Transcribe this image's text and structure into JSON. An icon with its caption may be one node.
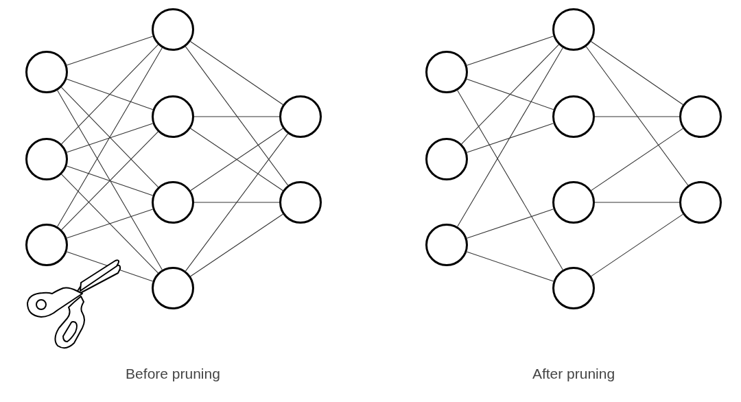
{
  "diagram": {
    "nodes": [
      {
        "text": [],
        "shape": "circle"
      },
      {
        "text": [],
        "shape": "circle"
      },
      {
        "text": [],
        "shape": "circle"
      },
      {
        "text": [],
        "shape": "circle"
      },
      {
        "text": [],
        "shape": "circle"
      },
      {
        "text": [],
        "shape": "circle"
      },
      {
        "text": [],
        "shape": "circle"
      },
      {
        "text": [],
        "shape": "circle"
      },
      {
        "text": [],
        "shape": "circle"
      },
      {
        "text": [],
        "shape": "circle"
      },
      {
        "text": [],
        "shape": "circle"
      },
      {
        "text": [],
        "shape": "circle"
      },
      {
        "text": [],
        "shape": "circle"
      },
      {
        "text": [],
        "shape": "circle"
      },
      {
        "text": [],
        "shape": "circle"
      },
      {
        "text": [],
        "shape": "circle"
      },
      {
        "text": [],
        "shape": "circle"
      },
      {
        "text": [],
        "shape": "circle"
      }
    ],
    "edges": [
      {
        "from": 0,
        "to": 3,
        "arrow": "none"
      },
      {
        "from": 0,
        "to": 4,
        "arrow": "none"
      },
      {
        "from": 0,
        "to": 5,
        "arrow": "none"
      },
      {
        "from": 0,
        "to": 6,
        "arrow": "none"
      },
      {
        "from": 1,
        "to": 3,
        "arrow": "none"
      },
      {
        "from": 1,
        "to": 4,
        "arrow": "none"
      },
      {
        "from": 1,
        "to": 5,
        "arrow": "none"
      },
      {
        "from": 1,
        "to": 6,
        "arrow": "none"
      },
      {
        "from": 2,
        "to": 3,
        "arrow": "none"
      },
      {
        "from": 2,
        "to": 4,
        "arrow": "none"
      },
      {
        "from": 2,
        "to": 5,
        "arrow": "none"
      },
      {
        "from": 2,
        "to": 6,
        "arrow": "none"
      },
      {
        "from": 3,
        "to": 7,
        "arrow": "none"
      },
      {
        "from": 3,
        "to": 8,
        "arrow": "none"
      },
      {
        "from": 4,
        "to": 7,
        "arrow": "none"
      },
      {
        "from": 4,
        "to": 8,
        "arrow": "none"
      },
      {
        "from": 5,
        "to": 7,
        "arrow": "none"
      },
      {
        "from": 5,
        "to": 8,
        "arrow": "none"
      },
      {
        "from": 6,
        "to": 7,
        "arrow": "none"
      },
      {
        "from": 6,
        "to": 8,
        "arrow": "none"
      },
      {
        "from": 9,
        "to": 12,
        "arrow": "none"
      },
      {
        "from": 9,
        "to": 13,
        "arrow": "none"
      },
      {
        "from": 9,
        "to": 15,
        "arrow": "none"
      },
      {
        "from": 10,
        "to": 12,
        "arrow": "none"
      },
      {
        "from": 10,
        "to": 13,
        "arrow": "none"
      },
      {
        "from": 11,
        "to": 12,
        "arrow": "none"
      },
      {
        "from": 11,
        "to": 14,
        "arrow": "none"
      },
      {
        "from": 11,
        "to": 15,
        "arrow": "none"
      },
      {
        "from": 12,
        "to": 16,
        "arrow": "none"
      },
      {
        "from": 12,
        "to": 17,
        "arrow": "none"
      },
      {
        "from": 13,
        "to": 16,
        "arrow": "none"
      },
      {
        "from": 14,
        "to": 16,
        "arrow": "none"
      },
      {
        "from": 14,
        "to": 17,
        "arrow": "none"
      },
      {
        "from": 15,
        "to": 17,
        "arrow": "none"
      }
    ],
    "labels": [
      "Before pruning",
      "After pruning"
    ]
  }
}
